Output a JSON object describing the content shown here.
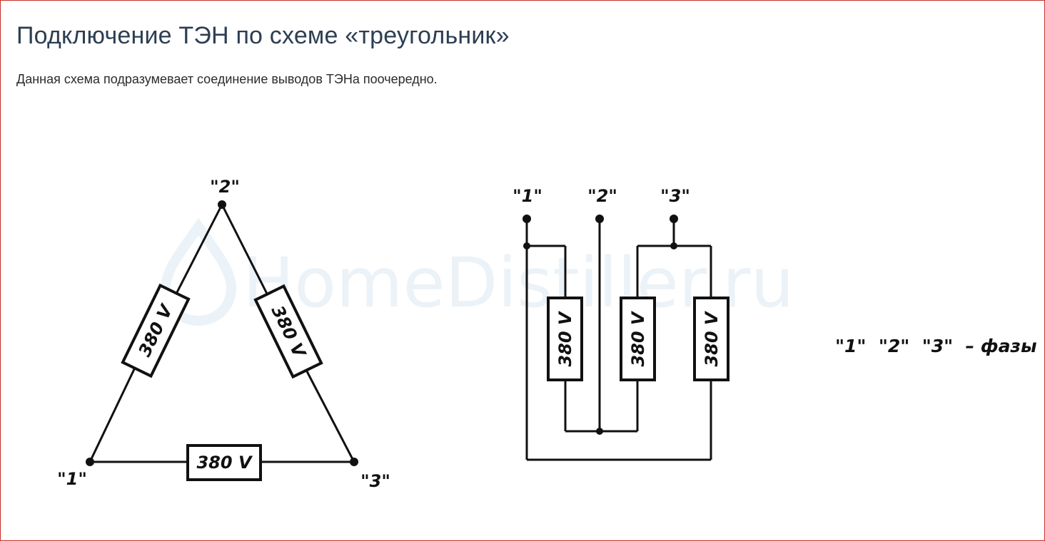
{
  "header": {
    "title": "Подключение ТЭН по схеме «треугольник»",
    "description": "Данная схема подразумевает соединение выводов ТЭНа поочередно."
  },
  "watermark": {
    "text": "HomeDistiller.ru"
  },
  "diagram": {
    "triangle": {
      "node_labels": [
        "\"1\"",
        "\"2\"",
        "\"3\""
      ],
      "resistor_labels": [
        "380 V",
        "380 V",
        "380 V"
      ]
    },
    "parallel": {
      "phase_labels": [
        "\"1\"",
        "\"2\"",
        "\"3\""
      ],
      "resistor_labels": [
        "380 V",
        "380 V",
        "380 V"
      ]
    },
    "legend": {
      "text": "\"1\"  \"2\"  \"3\"  – фазы"
    }
  },
  "colors": {
    "title": "#2c3e52",
    "frame": "#c8302a",
    "ink": "#111111",
    "watermark": "#1f6fb5"
  }
}
